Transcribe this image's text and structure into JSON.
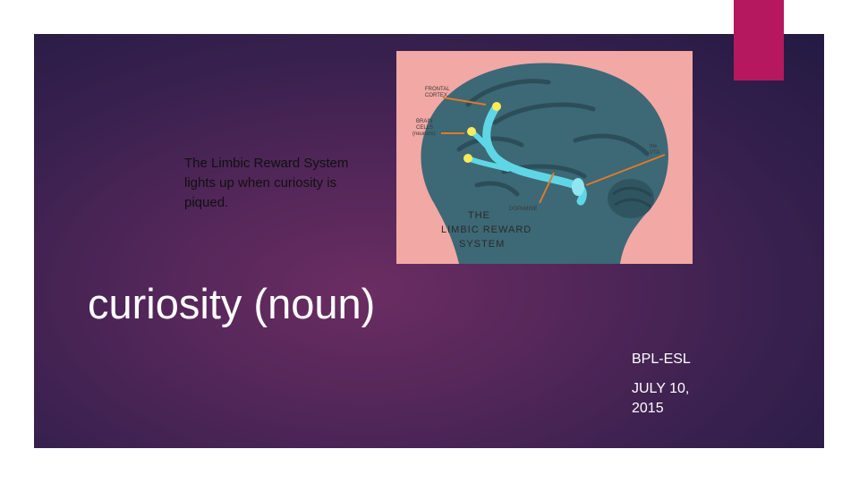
{
  "caption": {
    "lines": [
      "The Limbic Reward System",
      "lights up when curiosity is",
      "piqued."
    ]
  },
  "illustration": {
    "labels": {
      "frontal": [
        "FRONTAL",
        "CORTEX"
      ],
      "brain_cells": [
        "BRAIN",
        "CELLS",
        "(neurons)"
      ],
      "vta": [
        "the",
        "VTA"
      ],
      "dopamine": "DOPAMINE",
      "system": [
        "THE",
        "LIMBIC REWARD",
        "SYSTEM"
      ]
    }
  },
  "title": "curiosity (noun)",
  "subtitle": {
    "org": "BPL-ESL",
    "date": "JULY 10, 2015"
  },
  "colors": {
    "accent": "#b5185f",
    "illustration_bg": "#f2a8a4",
    "brain": "#3d6876",
    "dopamine_path": "#5fd6e6",
    "arrow": "#e07a2a"
  }
}
